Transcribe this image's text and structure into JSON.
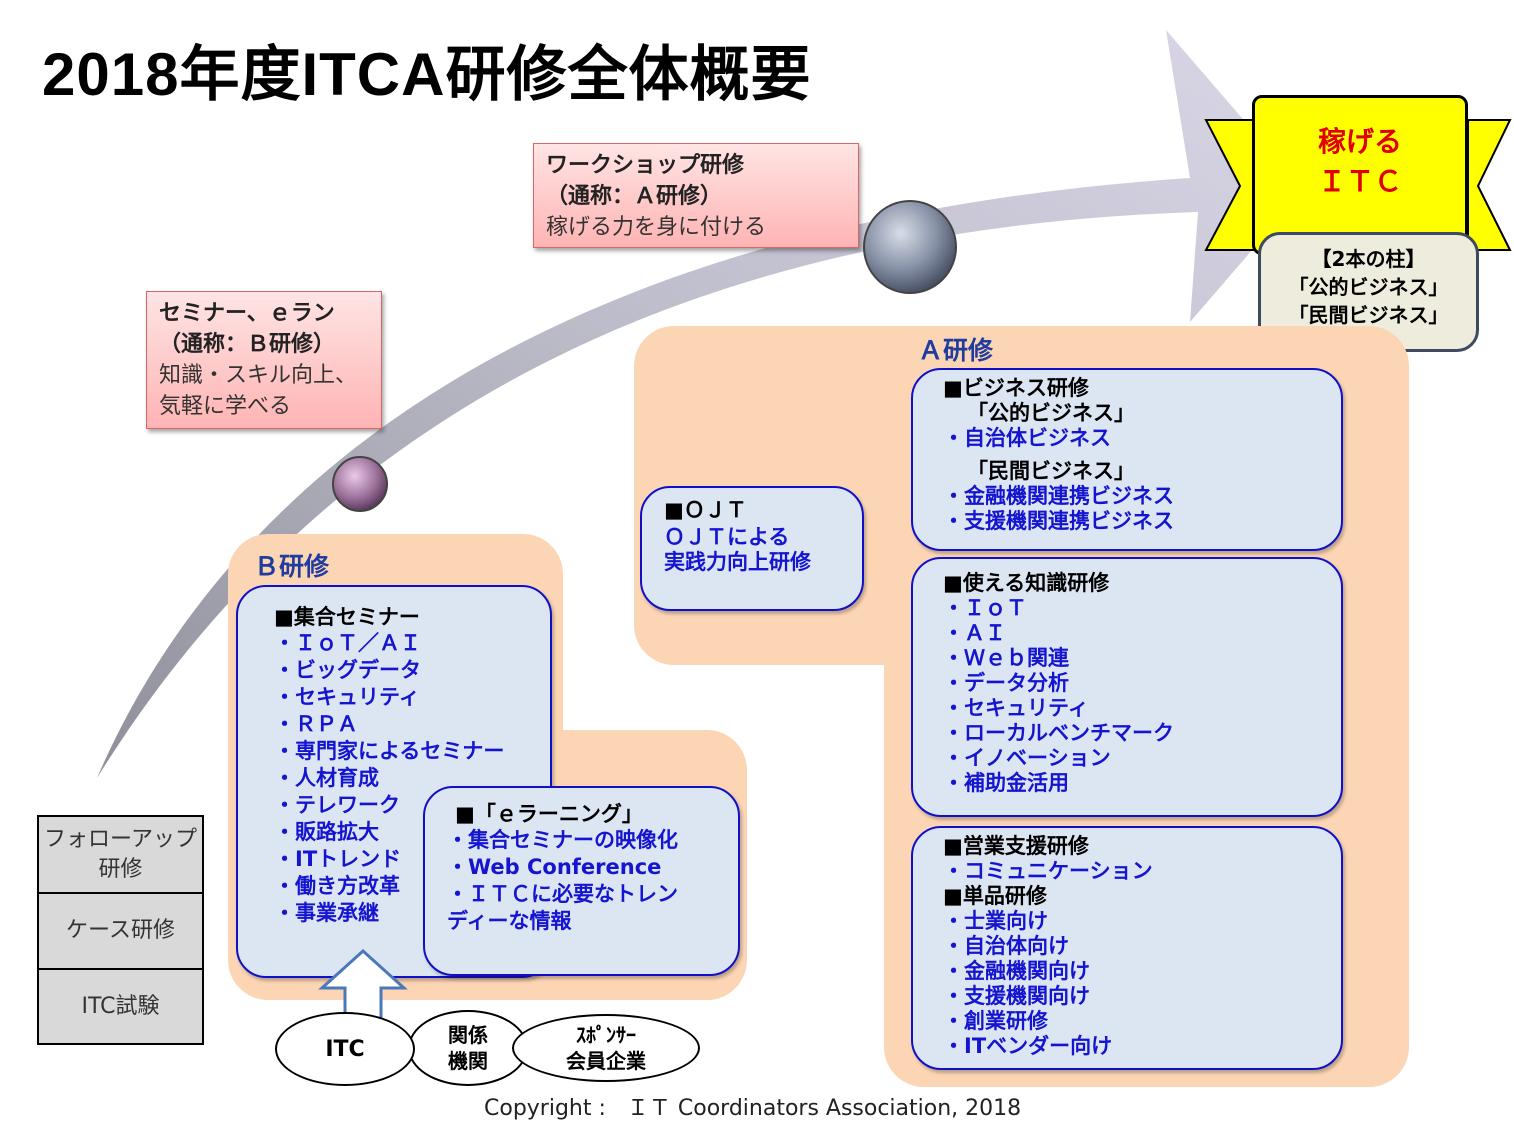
{
  "title": "2018年度ITCA研修全体概要",
  "workshop": {
    "heading_1": "ワークショップ研修",
    "heading_2": "（通称：Ａ研修）",
    "description": "稼げる力を身に付ける"
  },
  "seminar": {
    "heading_1": "セミナー、ｅラン",
    "heading_2": "（通称：Ｂ研修）",
    "description_1": "知識・スキル向上、",
    "description_2": "気軽に学べる"
  },
  "goal": {
    "line_1": "稼げる",
    "line_2": "ＩＴＣ"
  },
  "pillars": {
    "heading": "【2本の柱】",
    "item_1": "「公的ビジネス」",
    "item_2": "「民間ビジネス」"
  },
  "a_section": {
    "label": "Ａ研修",
    "ojt": {
      "heading": "■ＯＪＴ",
      "line_1": "ＯＪＴによる",
      "line_2": "実践力向上研修"
    },
    "business": {
      "heading": "■ビジネス研修",
      "public_label": "「公的ビジネス」",
      "public_items": [
        "・自治体ビジネス"
      ],
      "private_label": "「民間ビジネス」",
      "private_items": [
        "・金融機関連携ビジネス",
        "・支援機関連携ビジネス"
      ]
    },
    "knowledge": {
      "heading": "■使える知識研修",
      "items": [
        "・ＩｏＴ",
        "・ＡＩ",
        "・Ｗｅｂ関連",
        "・データ分析",
        "・セキュリティ",
        "・ローカルベンチマーク",
        "・イノベーション",
        "・補助金活用"
      ]
    },
    "sales": {
      "heading": "■営業支援研修",
      "items": [
        "・コミュニケーション"
      ],
      "heading_2": "■単品研修",
      "items_2": [
        "・士業向け",
        "・自治体向け",
        "・金融機関向け",
        "・支援機関向け",
        "・創業研修",
        "・ITベンダー向け"
      ]
    }
  },
  "b_section": {
    "label": "Ｂ研修",
    "seminar_box": {
      "heading": "■集合セミナー",
      "items": [
        "・ＩｏＴ／ＡＩ",
        "・ビッグデータ",
        "・セキュリティ",
        "・ＲＰＡ",
        "・専門家によるセミナー",
        "・人材育成",
        "・テレワーク",
        "・販路拡大",
        "・ITトレンド",
        "・働き方改革",
        "・事業承継"
      ]
    },
    "elearning_box": {
      "heading": "■「ｅラーニング」",
      "items": [
        "・集合セミナーの映像化",
        "・Web Conference",
        "・ＩＴＣに必要なトレン",
        "ディーな情報"
      ]
    }
  },
  "participants": {
    "itc": "ITC",
    "related_1": "関係",
    "related_2": "機関",
    "sponsor_1": "ｽﾎﾟﾝｻｰ",
    "sponsor_2": "会員企業"
  },
  "left_stack": {
    "followup_1": "フォローアップ",
    "followup_2": "研修",
    "case": "ケース研修",
    "exam": "ITC試験"
  },
  "copyright": "Copyright :   ＩＴ Coordinators Association, 2018",
  "colors": {
    "accent_blue": "#1515d0",
    "label_blue": "#1f3c9e",
    "peach": "#fcd5b4",
    "box_fill": "#dce6f2",
    "goal_yellow": "#ffff00",
    "goal_red": "#e00000",
    "pink": "#ffb4b4"
  }
}
